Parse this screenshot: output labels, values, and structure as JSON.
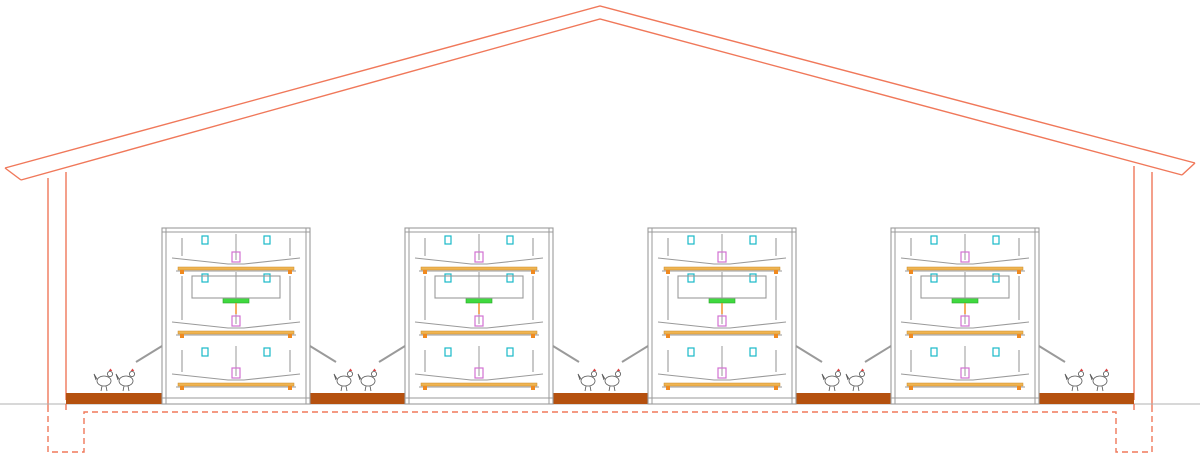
{
  "diagram": {
    "kind": "poultry-house-cross-section",
    "cage_units": 4,
    "tiers_per_unit": 3,
    "free_range_areas": 5,
    "hens_per_free_range_area": 2,
    "colors": {
      "building_outline": "#f0785a",
      "cage_frame": "#9a9a9a",
      "litter_floor": "#b5510f",
      "feed_trough": "#f0b451",
      "water_line": "#19b9c8",
      "nest_box": "#d272d2",
      "manure_belt": "#3fd93f",
      "accent_orange": "#f08a20",
      "ground_line": "#b0b0b0"
    }
  }
}
